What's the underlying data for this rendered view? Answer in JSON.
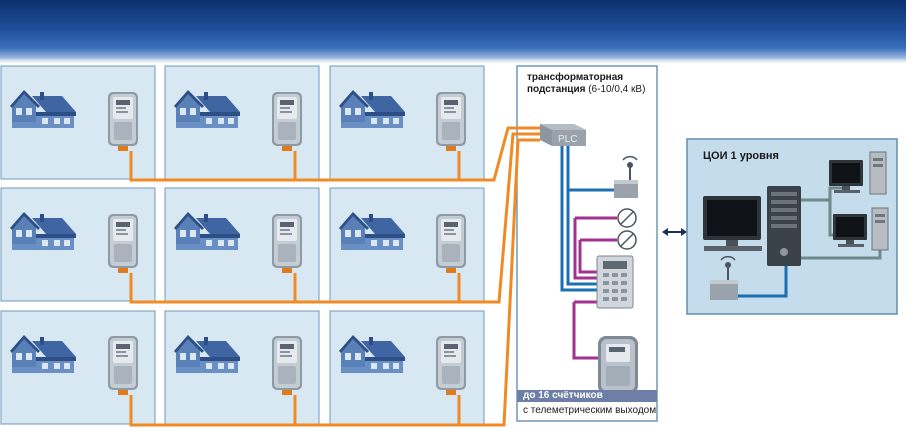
{
  "substation": {
    "title_line1": "трансформаторная",
    "title_line2": "подстанция",
    "title_voltage": " (6-10/0,4 кВ)",
    "plc_label": "PLC"
  },
  "counters": {
    "count_label": "до 16 счётчиков",
    "output_label": "с телеметрическим выходом"
  },
  "center": {
    "title": "ЦОИ 1 уровня"
  },
  "colors": {
    "power_line": "#f08a24",
    "blue_line": "#1c6fb2",
    "purple_line": "#a2328f",
    "gray_line": "#6f8a8a",
    "panel_fill": "#d7e8f3",
    "panel_stroke": "#6f98b8",
    "house": "#4a6fa8"
  }
}
